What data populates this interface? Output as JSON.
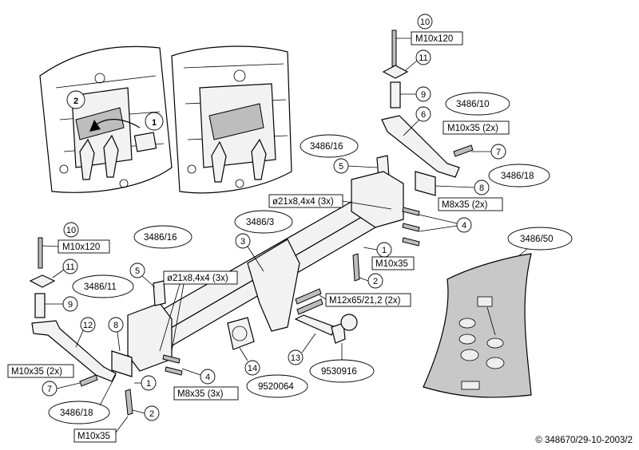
{
  "callouts": [
    "1",
    "2",
    "3",
    "4",
    "5",
    "6",
    "7",
    "8",
    "9",
    "10",
    "11",
    "12",
    "13",
    "14"
  ],
  "labels": {
    "m10x120": "M10x120",
    "m10x35_2x": "M10x35 (2x)",
    "m10x35": "M10x35",
    "m8x35_2x": "M8x35 (2x)",
    "m8x35_3x": "M8x35 (3x)",
    "washer_3x": "ø21x8,4x4 (3x)",
    "m12x65": "M12x65/21,2 (2x)"
  },
  "part_codes": {
    "p3486_10": "3486/10",
    "p3486_16": "3486/16",
    "p3486_18": "3486/18",
    "p3486_3": "3486/3",
    "p3486_11": "3486/11",
    "p3486_50": "3486/50",
    "p9520064": "9520064",
    "p9530916": "9530916"
  },
  "copyright": "© 348670/29-10-2003/2"
}
